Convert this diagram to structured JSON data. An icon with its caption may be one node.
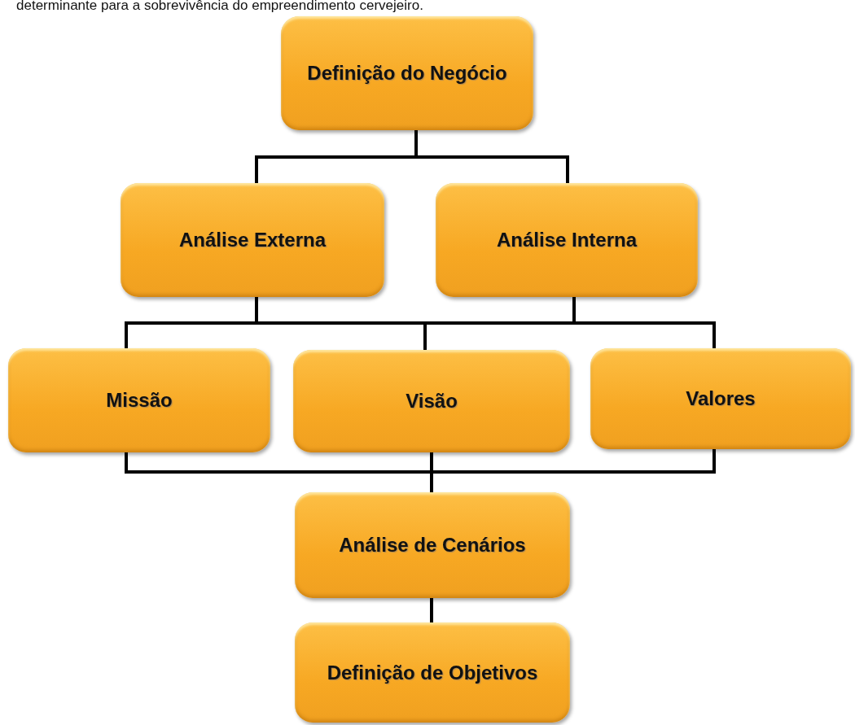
{
  "diagram": {
    "nodes": [
      {
        "text": [
          "Definição do Negócio"
        ]
      },
      {
        "text": [
          "Análise Externa"
        ]
      },
      {
        "text": [
          "Análise Interna"
        ]
      },
      {
        "text": [
          "Missão"
        ]
      },
      {
        "text": [
          "Visão"
        ]
      },
      {
        "text": [
          "Valores"
        ]
      },
      {
        "text": [
          "Análise de Cenários"
        ]
      },
      {
        "text": [
          "Definição de Objetivos"
        ]
      }
    ],
    "edges": [
      {
        "from": 0,
        "to": 1,
        "arrow": "none"
      },
      {
        "from": 0,
        "to": 2,
        "arrow": "none"
      },
      {
        "from": 1,
        "to": 3,
        "arrow": "none"
      },
      {
        "from": 1,
        "to": 4,
        "arrow": "none"
      },
      {
        "from": 1,
        "to": 5,
        "arrow": "none"
      },
      {
        "from": 2,
        "to": 3,
        "arrow": "none"
      },
      {
        "from": 2,
        "to": 4,
        "arrow": "none"
      },
      {
        "from": 2,
        "to": 5,
        "arrow": "none"
      },
      {
        "from": 3,
        "to": 6,
        "arrow": "none"
      },
      {
        "from": 4,
        "to": 6,
        "arrow": "none"
      },
      {
        "from": 5,
        "to": 6,
        "arrow": "none"
      },
      {
        "from": 6,
        "to": 7,
        "arrow": "none"
      }
    ],
    "labels": [
      "determinante para a sobrevivência do empreendimento cervejeiro."
    ]
  }
}
